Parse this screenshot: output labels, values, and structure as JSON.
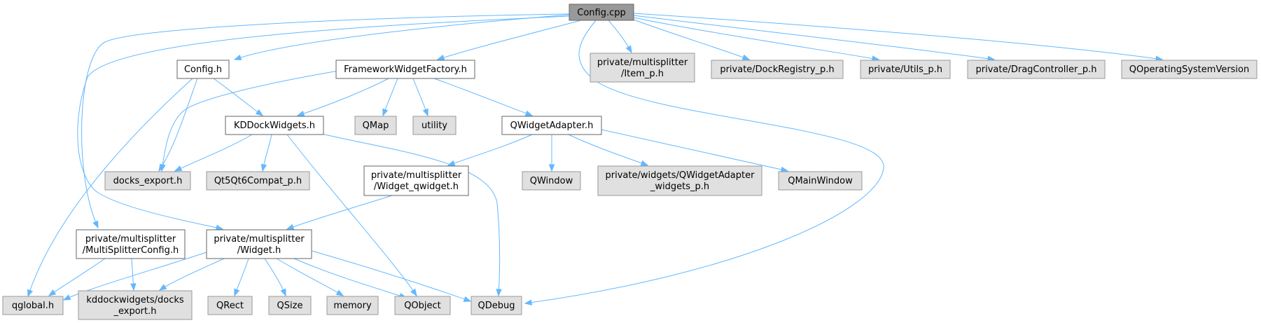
{
  "graph": {
    "title": "Config.cpp",
    "colors": {
      "root_fill": "#999999",
      "internal_fill": "#ffffff",
      "external_fill": "#e0e0e0",
      "internal_border": "#666666",
      "external_border": "#999999",
      "edge": "#63b8ff"
    },
    "nodes": [
      {
        "id": "config_cpp",
        "kind": "root",
        "lines": [
          "Config.cpp"
        ]
      },
      {
        "id": "config_h",
        "kind": "internal",
        "lines": [
          "Config.h"
        ]
      },
      {
        "id": "framework_widget_factory_h",
        "kind": "internal",
        "lines": [
          "FrameworkWidgetFactory.h"
        ]
      },
      {
        "id": "item_p_h",
        "kind": "external",
        "lines": [
          "private/multisplitter",
          "/Item_p.h"
        ]
      },
      {
        "id": "dock_registry_p_h",
        "kind": "external",
        "lines": [
          "private/DockRegistry_p.h"
        ]
      },
      {
        "id": "utils_p_h",
        "kind": "external",
        "lines": [
          "private/Utils_p.h"
        ]
      },
      {
        "id": "drag_controller_p_h",
        "kind": "external",
        "lines": [
          "private/DragController_p.h"
        ]
      },
      {
        "id": "qoperatingsystemversion",
        "kind": "external",
        "lines": [
          "QOperatingSystemVersion"
        ]
      },
      {
        "id": "kddockwidgets_h",
        "kind": "internal",
        "lines": [
          "KDDockWidgets.h"
        ]
      },
      {
        "id": "qmap",
        "kind": "external",
        "lines": [
          "QMap"
        ]
      },
      {
        "id": "utility",
        "kind": "external",
        "lines": [
          "utility"
        ]
      },
      {
        "id": "qwidgetadapter_h",
        "kind": "internal",
        "lines": [
          "QWidgetAdapter.h"
        ]
      },
      {
        "id": "docks_export_h",
        "kind": "external",
        "lines": [
          "docks_export.h"
        ]
      },
      {
        "id": "qt5qt6compat_p_h",
        "kind": "external",
        "lines": [
          "Qt5Qt6Compat_p.h"
        ]
      },
      {
        "id": "widget_qwidget_h",
        "kind": "internal",
        "lines": [
          "private/multisplitter",
          "/Widget_qwidget.h"
        ]
      },
      {
        "id": "qwindow",
        "kind": "external",
        "lines": [
          "QWindow"
        ]
      },
      {
        "id": "qwidgetadapter_widgets_p_h",
        "kind": "external",
        "lines": [
          "private/widgets/QWidgetAdapter",
          "_widgets_p.h"
        ]
      },
      {
        "id": "qmainwindow",
        "kind": "external",
        "lines": [
          "QMainWindow"
        ]
      },
      {
        "id": "multisplitterconfig_h",
        "kind": "internal",
        "lines": [
          "private/multisplitter",
          "/MultiSplitterConfig.h"
        ]
      },
      {
        "id": "widget_h",
        "kind": "internal",
        "lines": [
          "private/multisplitter",
          "/Widget.h"
        ]
      },
      {
        "id": "qglobal_h",
        "kind": "external",
        "lines": [
          "qglobal.h"
        ]
      },
      {
        "id": "kdd_docks_export_h",
        "kind": "external",
        "lines": [
          "kddockwidgets/docks",
          "_export.h"
        ]
      },
      {
        "id": "qrect",
        "kind": "external",
        "lines": [
          "QRect"
        ]
      },
      {
        "id": "qsize",
        "kind": "external",
        "lines": [
          "QSize"
        ]
      },
      {
        "id": "memory",
        "kind": "external",
        "lines": [
          "memory"
        ]
      },
      {
        "id": "qobject",
        "kind": "external",
        "lines": [
          "QObject"
        ]
      },
      {
        "id": "qdebug",
        "kind": "external",
        "lines": [
          "QDebug"
        ]
      }
    ],
    "edges": [
      {
        "from": "config_cpp",
        "to": "config_h"
      },
      {
        "from": "config_cpp",
        "to": "framework_widget_factory_h"
      },
      {
        "from": "config_cpp",
        "to": "item_p_h"
      },
      {
        "from": "config_cpp",
        "to": "dock_registry_p_h"
      },
      {
        "from": "config_cpp",
        "to": "utils_p_h"
      },
      {
        "from": "config_cpp",
        "to": "drag_controller_p_h"
      },
      {
        "from": "config_cpp",
        "to": "qoperatingsystemversion"
      },
      {
        "from": "config_cpp",
        "to": "multisplitterconfig_h"
      },
      {
        "from": "config_cpp",
        "to": "widget_h"
      },
      {
        "from": "config_cpp",
        "to": "qdebug"
      },
      {
        "from": "config_h",
        "to": "kddockwidgets_h"
      },
      {
        "from": "config_h",
        "to": "docks_export_h"
      },
      {
        "from": "config_h",
        "to": "qglobal_h"
      },
      {
        "from": "framework_widget_factory_h",
        "to": "kddockwidgets_h"
      },
      {
        "from": "framework_widget_factory_h",
        "to": "qmap"
      },
      {
        "from": "framework_widget_factory_h",
        "to": "utility"
      },
      {
        "from": "framework_widget_factory_h",
        "to": "qwidgetadapter_h"
      },
      {
        "from": "framework_widget_factory_h",
        "to": "docks_export_h"
      },
      {
        "from": "kddockwidgets_h",
        "to": "docks_export_h"
      },
      {
        "from": "kddockwidgets_h",
        "to": "qt5qt6compat_p_h"
      },
      {
        "from": "kddockwidgets_h",
        "to": "qobject"
      },
      {
        "from": "kddockwidgets_h",
        "to": "qdebug"
      },
      {
        "from": "qwidgetadapter_h",
        "to": "widget_qwidget_h"
      },
      {
        "from": "qwidgetadapter_h",
        "to": "qwindow"
      },
      {
        "from": "qwidgetadapter_h",
        "to": "qwidgetadapter_widgets_p_h"
      },
      {
        "from": "qwidgetadapter_h",
        "to": "qmainwindow"
      },
      {
        "from": "widget_qwidget_h",
        "to": "widget_h"
      },
      {
        "from": "multisplitterconfig_h",
        "to": "qglobal_h"
      },
      {
        "from": "multisplitterconfig_h",
        "to": "kdd_docks_export_h"
      },
      {
        "from": "widget_h",
        "to": "qglobal_h"
      },
      {
        "from": "widget_h",
        "to": "kdd_docks_export_h"
      },
      {
        "from": "widget_h",
        "to": "qrect"
      },
      {
        "from": "widget_h",
        "to": "qsize"
      },
      {
        "from": "widget_h",
        "to": "memory"
      },
      {
        "from": "widget_h",
        "to": "qobject"
      },
      {
        "from": "widget_h",
        "to": "qdebug"
      }
    ]
  }
}
